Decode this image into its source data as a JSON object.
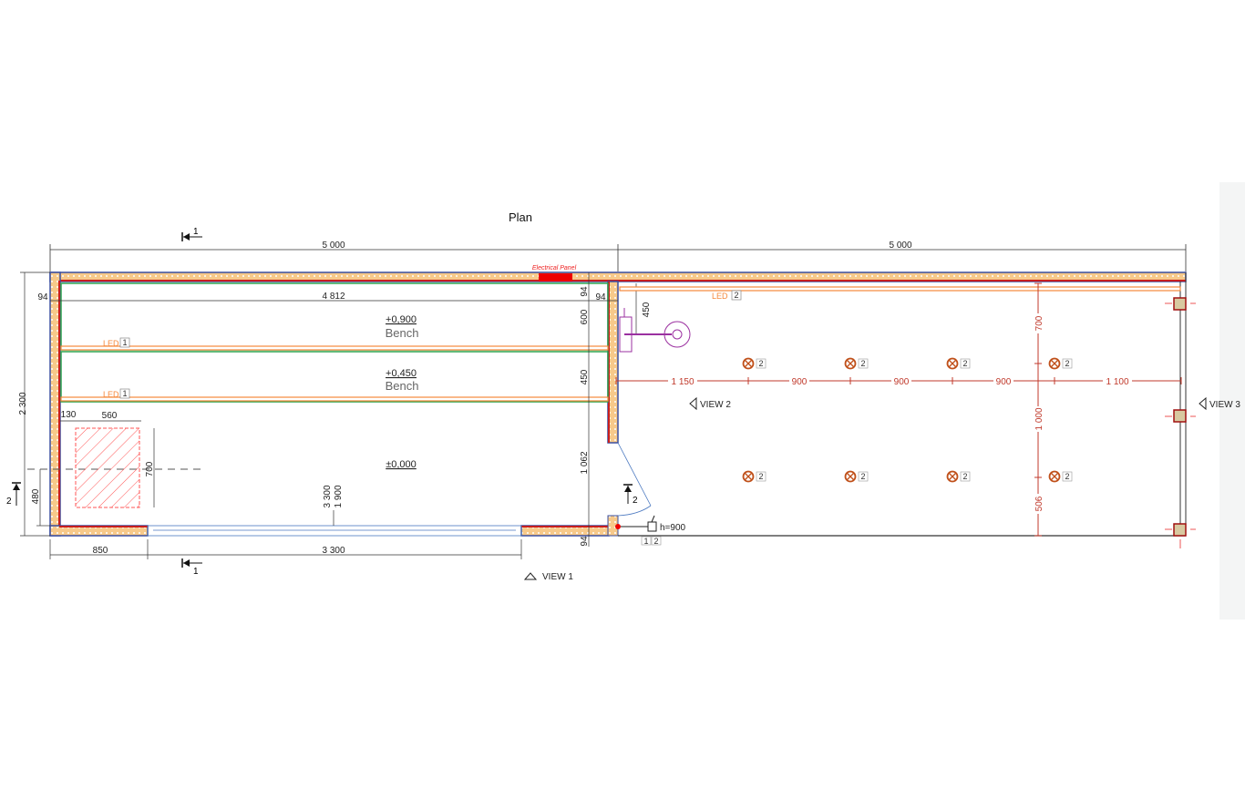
{
  "title": "Plan",
  "dimensions": {
    "top_left": "5 000",
    "top_right": "5 000",
    "wall_left": "94",
    "inner_width": "4 812",
    "wall_right_top": "94",
    "wall_mid": "94",
    "bench1_depth": "600",
    "bench2_depth": "450",
    "door_dim": "1 062",
    "wall_bottom": "94",
    "total_height": "2 300",
    "sill_height": "480",
    "offset_130": "130",
    "width_560": "560",
    "height_700": "700",
    "window_a": "3 300",
    "window_b": "1 900",
    "bottom_850": "850",
    "bottom_3300": "3 300",
    "sink_450": "450"
  },
  "red_dimensions": {
    "horizontal": [
      "1 150",
      "900",
      "900",
      "900",
      "1 100"
    ],
    "vertical": [
      "700",
      "1 000",
      "506"
    ]
  },
  "levels": {
    "bench_high": "+0,900",
    "bench_low": "+0,450",
    "floor": "±0,000"
  },
  "benches": {
    "label_1": "Bench",
    "label_2": "Bench"
  },
  "led": {
    "label": "LED",
    "tag_1": "1",
    "tag_2": "2"
  },
  "electrical_panel": "Electrical Panel",
  "ceiling_light_tag": "2",
  "switch": {
    "height": "h=900",
    "tags": [
      "1",
      "2"
    ]
  },
  "sections": {
    "section_1": "1",
    "section_2": "2"
  },
  "views": {
    "view_1": "VIEW 1",
    "view_2": "VIEW 2",
    "view_3": "VIEW 3"
  },
  "colors": {
    "wall_outer": "#3a4fa0",
    "insulation": "#f0a040",
    "wall_red": "#c81e1e",
    "bench_green": "#2ea44f",
    "led_orange": "#f5883b",
    "dim_red": "#c0392b",
    "sink_purple": "#9b30a0"
  }
}
